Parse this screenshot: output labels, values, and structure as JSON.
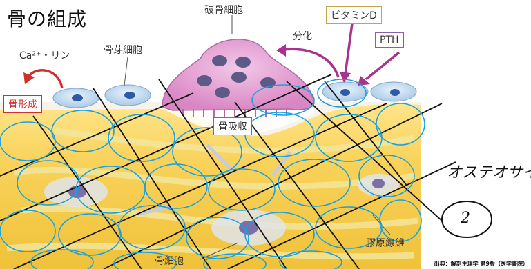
{
  "title": "骨の組成",
  "labels": {
    "osteoclast": "破骨細胞",
    "vitamin_d": "ビタミンD",
    "differentiation": "分化",
    "pth": "PTH",
    "osteoblast": "骨芽細胞",
    "ca_phosphorus": "Ca²⁺・リン",
    "bone_formation": "骨形成",
    "bone_resorption": "骨吸収",
    "osteocyte": "骨細胞",
    "collagen_fiber": "膠原線維"
  },
  "handwritten": {
    "note": "オステオサイト",
    "circled_number": "2"
  },
  "source": "出典：解剖生理学 第9版（医学書院）",
  "colors": {
    "bone_yellow": "#f5c842",
    "cell_blue": "#bcd8ee",
    "osteoclast_pink": "#e39fd0",
    "arrow_red": "#d0302a",
    "arrow_purple": "#a8338e",
    "scribble_blue": "#1aa0e0"
  }
}
